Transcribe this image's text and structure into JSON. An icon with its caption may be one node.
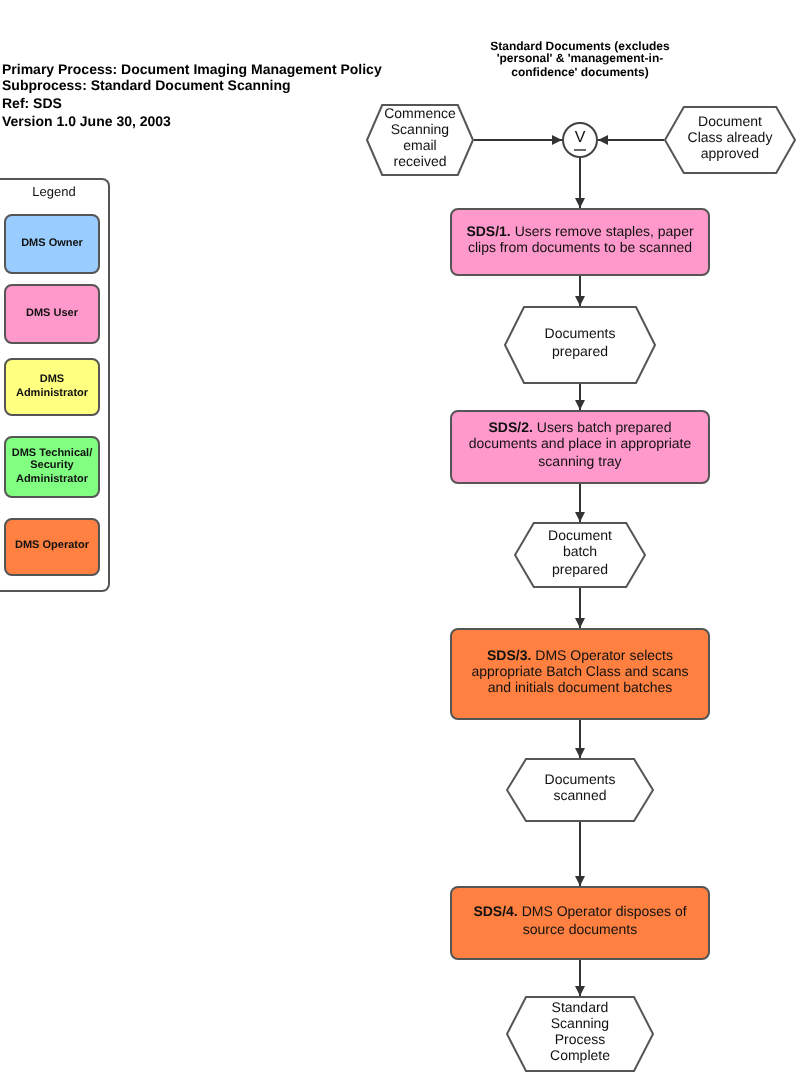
{
  "diagram": {
    "title": "Standard Documents (excludes 'personal' & 'management-in-confidence' documents)",
    "nodes": [
      {
        "text": [
          "Commence Scanning email received"
        ]
      },
      {
        "text": [
          "V"
        ]
      },
      {
        "text": [
          "Document Class already approved"
        ]
      },
      {
        "text": [
          "**SDS/1.** Users remove staples, paper clips from documents to be scanned"
        ]
      },
      {
        "text": [
          "Documents prepared"
        ]
      },
      {
        "text": [
          "**SDS/2.** Users batch prepared documents and place in appropriate scanning tray"
        ]
      },
      {
        "text": [
          "Document batch prepared"
        ]
      },
      {
        "text": [
          "**SDS/3.** DMS Operator selects appropriate Batch Class and scans and initials document batches"
        ]
      },
      {
        "text": [
          "Documents scanned"
        ]
      },
      {
        "text": [
          "**SDS/4.** DMS Operator disposes of source documents"
        ]
      },
      {
        "text": [
          "Standard Scanning Process Complete"
        ]
      }
    ],
    "edges": [
      {
        "from": 0,
        "to": 1,
        "arrow": "to"
      },
      {
        "from": 2,
        "to": 1,
        "arrow": "to"
      },
      {
        "from": 1,
        "to": 3,
        "arrow": "to"
      },
      {
        "from": 3,
        "to": 4,
        "arrow": "to"
      },
      {
        "from": 4,
        "to": 5,
        "arrow": "to"
      },
      {
        "from": 5,
        "to": 6,
        "arrow": "to"
      },
      {
        "from": 6,
        "to": 7,
        "arrow": "to"
      },
      {
        "from": 7,
        "to": 8,
        "arrow": "to"
      },
      {
        "from": 8,
        "to": 9,
        "arrow": "to"
      },
      {
        "from": 9,
        "to": 10,
        "arrow": "to"
      }
    ],
    "labels": [
      "Primary Process: Document Imaging Management Policy",
      "Subprocess: Standard Document Scanning",
      "Ref: SDS",
      "Version 1.0 June 30, 2003",
      "Legend"
    ],
    "legend": [
      {
        "text": "DMS Owner",
        "color": "#99ccff"
      },
      {
        "text": "DMS User",
        "color": "#ff99cc"
      },
      {
        "text": "DMS Administrator",
        "color": "#ffff80"
      },
      {
        "text": "DMS Technical/ Security Administrator",
        "color": "#80ff80"
      },
      {
        "text": "DMS Operator",
        "color": "#ff8040"
      }
    ]
  }
}
